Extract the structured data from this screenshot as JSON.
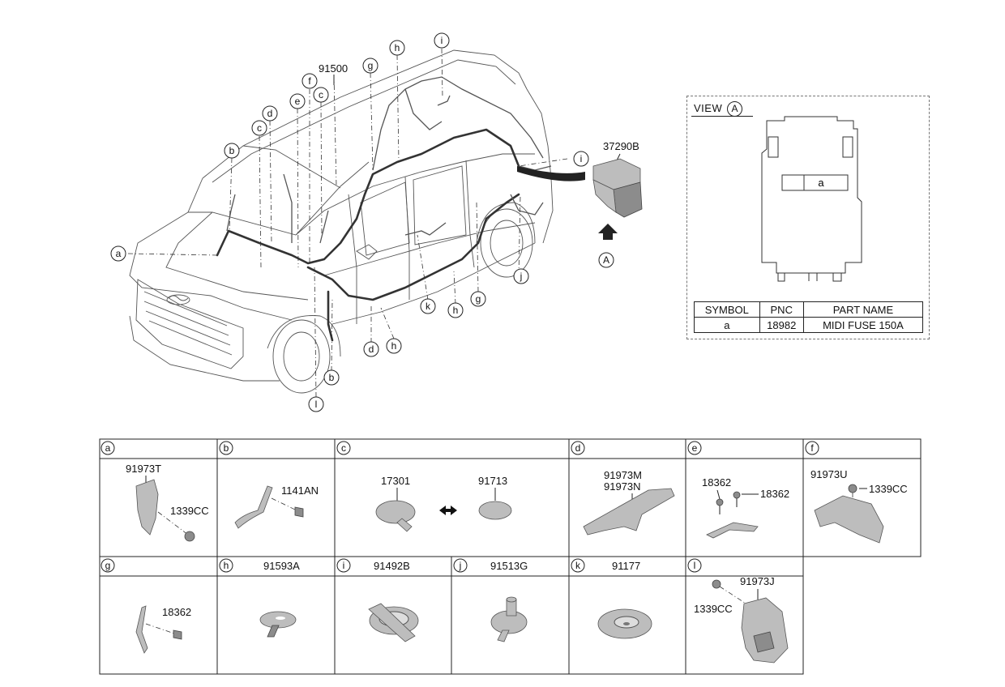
{
  "main_diagram": {
    "assembly_pnc": "91500",
    "relay_box_pnc": "37290B",
    "view_arrow_label": "A",
    "callouts": {
      "a": "a",
      "b": "b",
      "c": "c",
      "d": "d",
      "e": "e",
      "f": "f",
      "g": "g",
      "h": "h",
      "i": "i",
      "j": "j",
      "k": "k",
      "l": "l"
    }
  },
  "view_a": {
    "title": "VIEW",
    "title_ref": "A",
    "fuse_slot_label": "a",
    "table": {
      "headers": [
        "SYMBOL",
        "PNC",
        "PART NAME"
      ],
      "rows": [
        [
          "a",
          "18982",
          "MIDI FUSE 150A"
        ]
      ]
    }
  },
  "detail_grid": {
    "row1": [
      {
        "id": "a",
        "parts": [
          "91973T",
          "1339CC"
        ]
      },
      {
        "id": "b",
        "parts": [
          "1141AN"
        ]
      },
      {
        "id": "c",
        "parts": [
          "17301",
          "91713"
        ]
      },
      {
        "id": "d",
        "parts": [
          "91973M",
          "91973N"
        ]
      },
      {
        "id": "e",
        "parts": [
          "18362",
          "18362"
        ]
      },
      {
        "id": "f",
        "parts": [
          "91973U",
          "1339CC"
        ]
      }
    ],
    "row2": [
      {
        "id": "g",
        "header_pnc": "",
        "parts": [
          "18362"
        ]
      },
      {
        "id": "h",
        "header_pnc": "91593A",
        "parts": []
      },
      {
        "id": "i",
        "header_pnc": "91492B",
        "parts": []
      },
      {
        "id": "j",
        "header_pnc": "91513G",
        "parts": []
      },
      {
        "id": "k",
        "header_pnc": "91177",
        "parts": []
      },
      {
        "id": "l",
        "header_pnc": "",
        "parts": [
          "1339CC",
          "91973J"
        ]
      }
    ]
  }
}
